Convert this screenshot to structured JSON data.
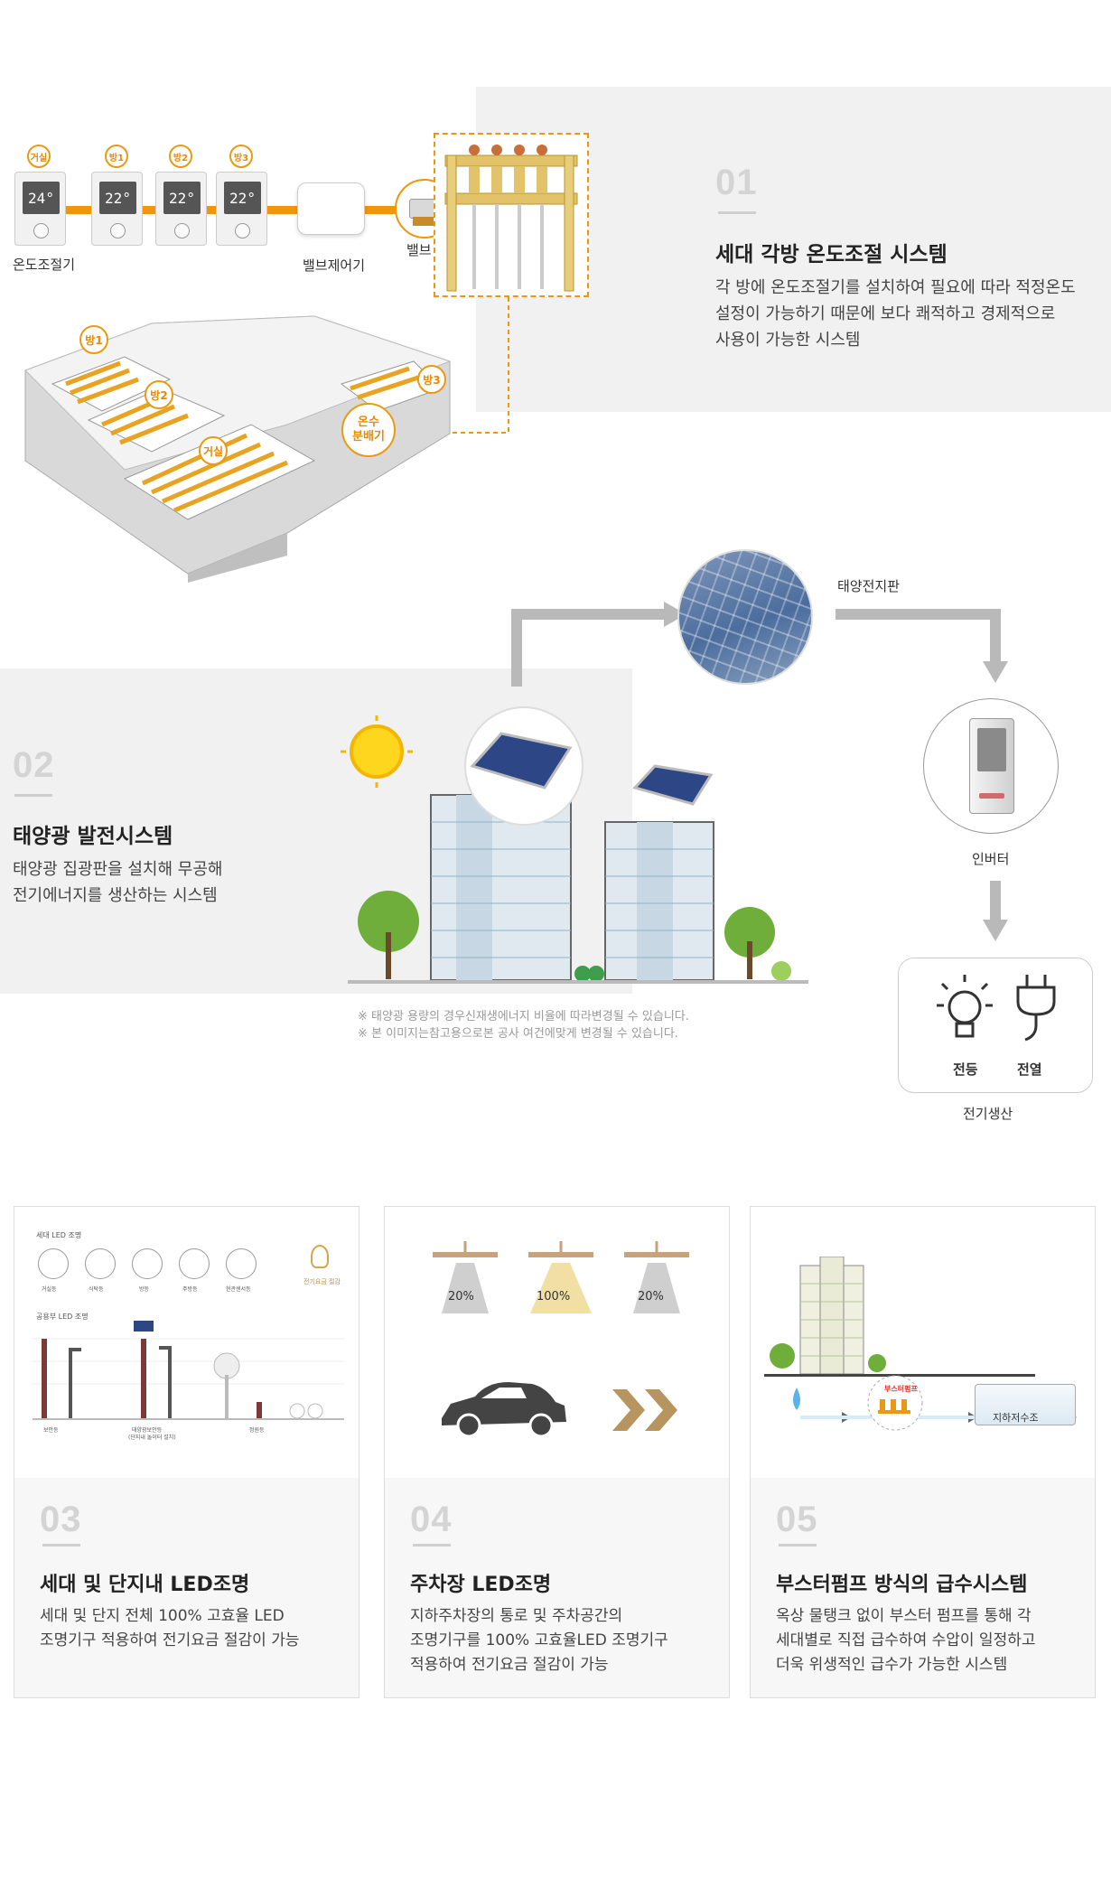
{
  "section1": {
    "number": "01",
    "title": "세대 각방 온도조절 시스템",
    "desc": [
      "각 방에 온도조절기를 설치하여 필요에 따라 적정온도",
      "설정이 가능하기 때문에 보다 쾌적하고 경제적으로",
      "사용이 가능한 시스템"
    ],
    "thermostats": [
      {
        "badge": "거실",
        "temp": "24°"
      },
      {
        "badge": "방1",
        "temp": "22°"
      },
      {
        "badge": "방2",
        "temp": "22°"
      },
      {
        "badge": "방3",
        "temp": "22°"
      }
    ],
    "thermostat_label": "온도조절기",
    "valve_controller_label": "밸브제어기",
    "valve_label": "밸브",
    "floor_badges": {
      "room1": "방1",
      "room2": "방2",
      "room3": "방3",
      "living": "거실",
      "distributor_line1": "온수",
      "distributor_line2": "분배기"
    }
  },
  "section2": {
    "number": "02",
    "title": "태양광 발전시스템",
    "desc": [
      "태양광 집광판을 설치해 무공해",
      "전기에너지를 생산하는 시스템"
    ],
    "solar_panel_label": "태양전지판",
    "inverter_label": "인버터",
    "light_label": "전등",
    "outlet_label": "전열",
    "generation_label": "전기생산",
    "notes": [
      "※ 태양광 용량의 경우신재생에너지 비율에 따라변경될 수 있습니다.",
      "※ 본 이미지는참고용으로본 공사 여건에맞게 변경될 수 있습니다."
    ]
  },
  "cards": [
    {
      "number": "03",
      "title": "세대 및 단지내 LED조명",
      "desc": [
        "세대 및 단지 전체 100% 고효율 LED",
        "조명기구 적용하여 전기요금 절감이 가능"
      ],
      "diagram": {
        "top_label": "세대 LED 조명",
        "fixtures": [
          "거실등",
          "식탁등",
          "방등",
          "주방등",
          "현관센서등"
        ],
        "saving_label": "전기요금 절감",
        "bottom_label": "공용부 LED 조명",
        "ground_labels": [
          "보안등",
          "태양광보안등",
          "정원등"
        ],
        "ground_sub": "(단지내 놀이터 설치)"
      }
    },
    {
      "number": "04",
      "title": "주차장 LED조명",
      "desc": [
        "지하주차장의 통로 및 주차공간의",
        "조명기구를 100% 고효율LED 조명기구",
        "적용하여 전기요금 절감이 가능"
      ],
      "lamps": [
        "20%",
        "100%",
        "20%"
      ]
    },
    {
      "number": "05",
      "title": "부스터펌프 방식의 급수시스템",
      "desc": [
        "옥상 물탱크 없이 부스터 펌프를 통해 각",
        "세대별로 직접 급수하여 수압이 일정하고",
        "더욱 위생적인 급수가 가능한 시스템"
      ],
      "pump_label": "부스터펌프",
      "tank_label": "지하저수조"
    }
  ],
  "colors": {
    "accent": "#e99a12",
    "panel_bg": "#f1f1f1",
    "arrow_gray": "#b9b9b9",
    "card_number": "#d4d4d4"
  }
}
